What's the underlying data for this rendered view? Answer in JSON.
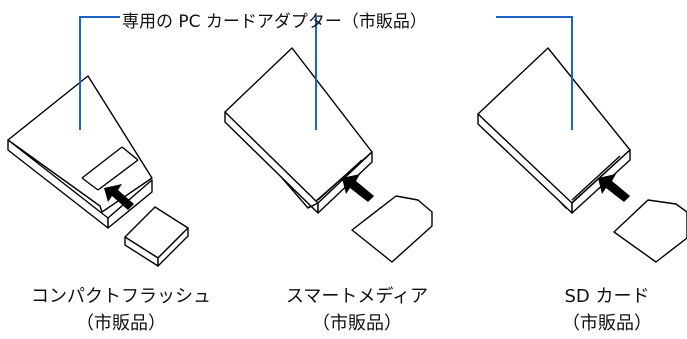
{
  "title": "専用の PC カードアダプター（市販品）",
  "cards": [
    {
      "name": "コンパクトフラッシュ",
      "note": "（市販品）"
    },
    {
      "name": "スマートメディア",
      "note": "（市販品）"
    },
    {
      "name": "SD カード",
      "note": "（市販品）"
    }
  ],
  "colors": {
    "callout_line": "#1e64c8",
    "outline": "#000000",
    "arrow": "#000000"
  }
}
